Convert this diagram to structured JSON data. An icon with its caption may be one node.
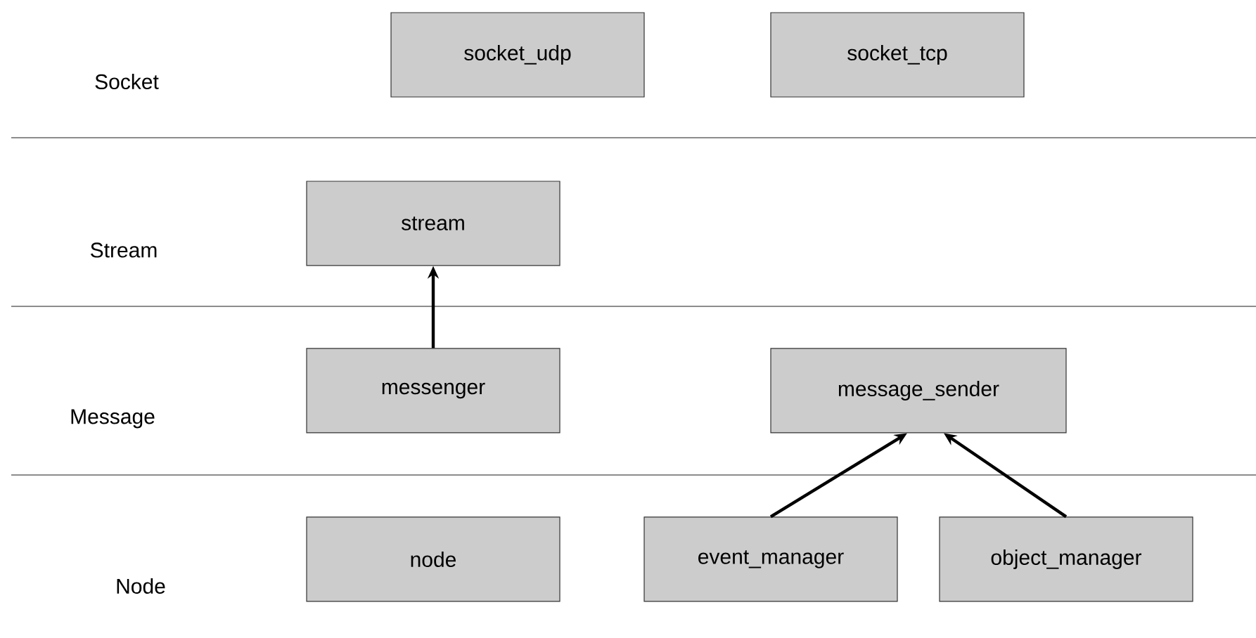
{
  "diagram": {
    "nodes": [
      {
        "text": [
          "socket_udp"
        ]
      },
      {
        "text": [
          "socket_tcp"
        ]
      },
      {
        "text": [
          "stream"
        ]
      },
      {
        "text": [
          "messenger"
        ]
      },
      {
        "text": [
          "message_sender"
        ]
      },
      {
        "text": [
          "node"
        ]
      },
      {
        "text": [
          "event_manager"
        ]
      },
      {
        "text": [
          "object_manager"
        ]
      }
    ],
    "edges": [
      {
        "from": 3,
        "to": 2,
        "arrow": "to"
      },
      {
        "from": 6,
        "to": 4,
        "arrow": "to"
      },
      {
        "from": 7,
        "to": 4,
        "arrow": "to"
      }
    ],
    "labels": [
      "Socket",
      "Stream",
      "Message",
      "Node"
    ]
  }
}
